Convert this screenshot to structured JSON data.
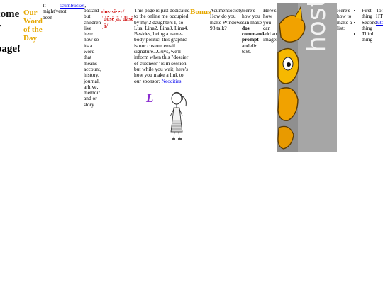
{
  "welcome": {
    "text": "come y",
    "tail": "page!",
    "dot": "l"
  },
  "word_of_the_day": {
    "title": "Our Word of the Day"
  },
  "word": {
    "intro": "It might've been",
    "link": "scumbucket",
    "after_link": ", not",
    "definition": "bastard but children live here now so its a word that means account, history, journal, arhive, memoir and or story..."
  },
  "dossier": {
    "term": "dos·si·er/ˈdôsēˌā,ˈdäsēˌā/"
  },
  "dedication": {
    "text": "This page is just dedicated to the online me occupied by my 2 daughters I, so Lua, Lina2, Lina3, Lina4. Besides, being a name-body politic; this graphic is our custom email signature...Guys, we'll inform when this \"dossier of cuteness\" is in session but while you wait; here's how you make a link to our sponsor:",
    "link": "Neocities"
  },
  "bonus": {
    "title": "Bonus"
  },
  "acumen": {
    "text": "Acumensociety: How do you make Windows 98 talk?"
  },
  "howto_cmd": {
    "prefix": "Here's how you can make",
    "bold": "dos command prompt",
    "mid": "and",
    "italic": "dir",
    "suffix": "text."
  },
  "howto_image": {
    "text": "Here's how you can add an image:"
  },
  "banner": {
    "label": "hosted by neocities"
  },
  "howto_list": {
    "text": "Here's how to make a list:",
    "items": [
      "First thing",
      "Second thing",
      "Third thing"
    ]
  },
  "tomo": {
    "text": "To mo HT che",
    "link": "tuto"
  },
  "signature": {
    "letter": "L"
  },
  "colors": {
    "title_gold": "#e6a800",
    "dossier_red": "#d21a1a",
    "link": "#0000ee",
    "banner_bg": "#a6a6a6"
  }
}
